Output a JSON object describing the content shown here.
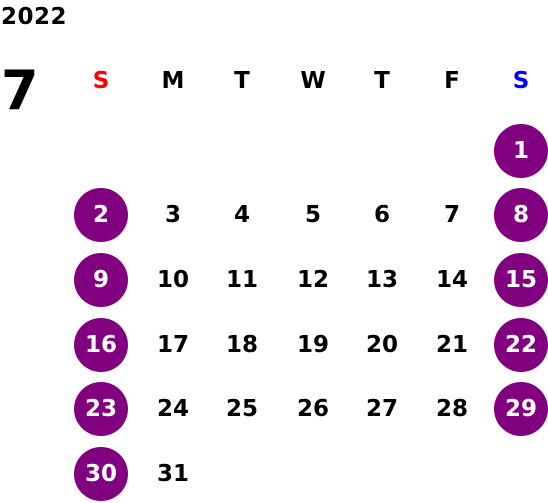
{
  "calendar": {
    "year": "2022",
    "month": "7",
    "weekdays": [
      {
        "label": "S",
        "color": "#ff0000"
      },
      {
        "label": "M",
        "color": "#000000"
      },
      {
        "label": "T",
        "color": "#000000"
      },
      {
        "label": "W",
        "color": "#000000"
      },
      {
        "label": "T",
        "color": "#000000"
      },
      {
        "label": "F",
        "color": "#000000"
      },
      {
        "label": "S",
        "color": "#0000ff"
      }
    ],
    "first_weekday_index": 6,
    "days_in_month": 31,
    "highlight_color": "#800080",
    "highlighted_weekday_indices": [
      0,
      6
    ]
  }
}
